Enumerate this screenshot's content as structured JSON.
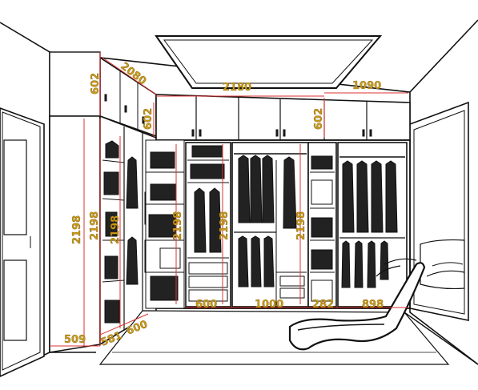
{
  "dimensions": {
    "upper_left_height": "602",
    "side_depth_top": "2080",
    "side_upper_height": "602",
    "back_width": "2180",
    "right_width": "1090",
    "right_upper_height": "602",
    "left_height_a": "2198",
    "left_height_b": "2198",
    "left_height_c": "2198",
    "center_height_a": "2198",
    "center_height_b": "2198",
    "center_height_c": "2198",
    "bottom_509": "509",
    "bottom_581": "581",
    "bottom_600_left": "600",
    "bottom_600": "600",
    "bottom_1000": "1000",
    "bottom_282": "282",
    "bottom_898": "898"
  },
  "colors": {
    "dimension_line": "#d33333",
    "dimension_text": "#c89a1a",
    "line": "#111111"
  }
}
